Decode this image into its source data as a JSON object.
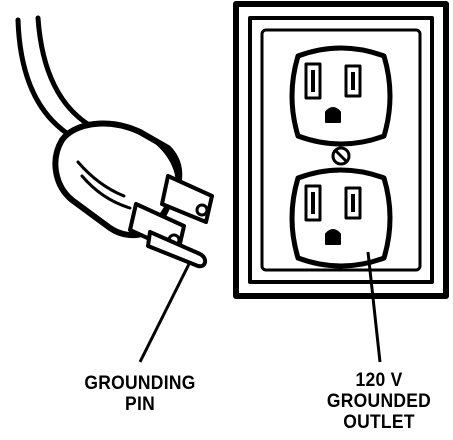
{
  "labels": {
    "grounding_pin": [
      "GROUNDING",
      "PIN"
    ],
    "outlet": [
      "120 V",
      "GROUNDED",
      "OUTLET"
    ]
  },
  "colors": {
    "ink": "#000000",
    "background": "#ffffff"
  },
  "icons": [
    "plug-with-cord",
    "duplex-outlet-wall-plate"
  ]
}
